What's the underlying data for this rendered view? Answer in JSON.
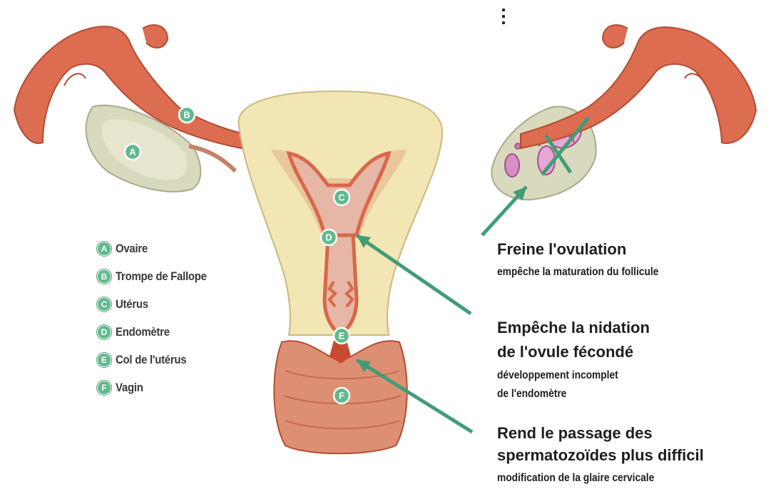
{
  "diagram_markers": [
    "A",
    "B",
    "C",
    "D",
    "E",
    "F"
  ],
  "legend": [
    {
      "letter": "A",
      "label": "Ovaire"
    },
    {
      "letter": "B",
      "label": "Trompe de Fallope"
    },
    {
      "letter": "C",
      "label": "Utérus"
    },
    {
      "letter": "D",
      "label": "Endomètre"
    },
    {
      "letter": "E",
      "label": "Col de l'utérus"
    },
    {
      "letter": "F",
      "label": "Vagin"
    }
  ],
  "effects": [
    {
      "title_lines": [
        "Freine l'ovulation"
      ],
      "subtitle_lines": [
        "empêche la maturation du follicule"
      ]
    },
    {
      "title_lines": [
        "Empêche la nidation",
        "de l'ovule fécondé"
      ],
      "subtitle_lines": [
        "développement incomplet",
        "de l'endomètre"
      ]
    },
    {
      "title_lines": [
        "Rend le passage des",
        "spermatozoïdes plus difficil"
      ],
      "subtitle_lines": [
        "modification de la glaire cervicale"
      ]
    }
  ],
  "colors": {
    "marker_green": "#5fb98d",
    "arrow_green": "#3f9d77",
    "muscle_red": "#d9674a",
    "uterus_cream": "#f1e6b4",
    "ovary_gray": "#d9d9bd"
  }
}
